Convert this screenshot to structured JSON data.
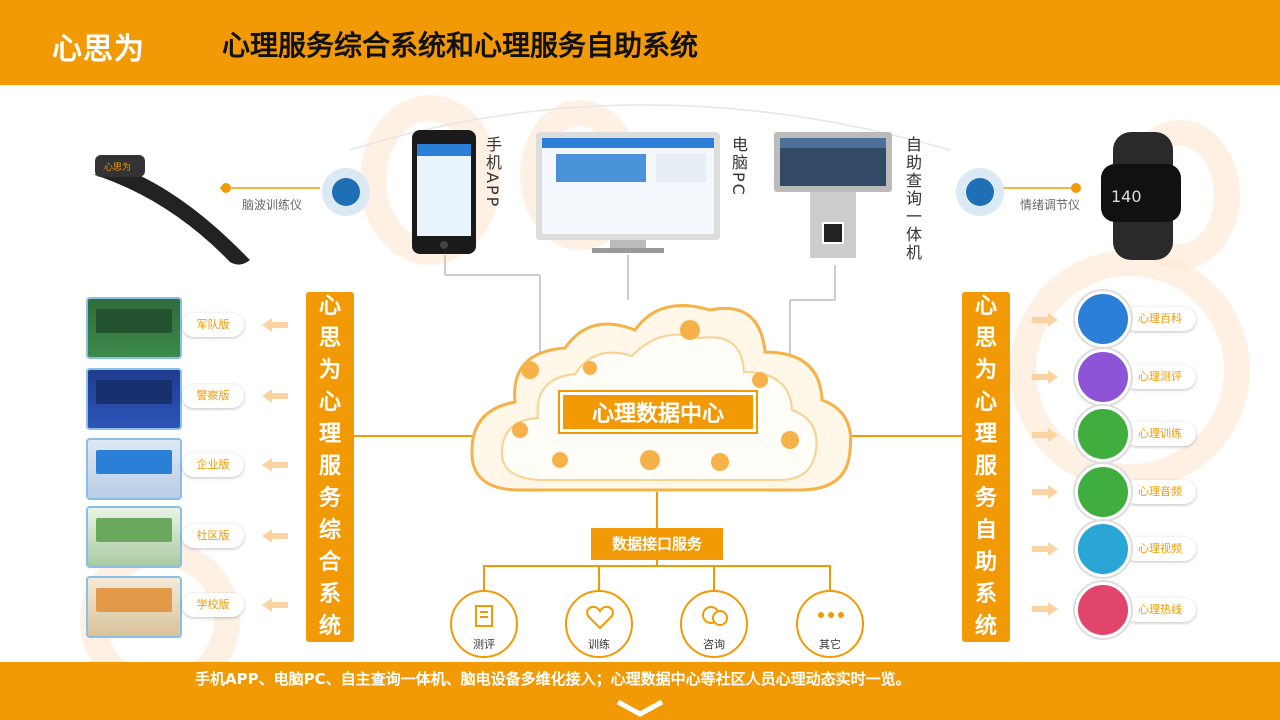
{
  "header": {
    "logo": "心思为",
    "title": "心理服务综合系统和心理服务自助系统"
  },
  "devices": {
    "brain": "脑波训练仪",
    "mobile": "手机APP",
    "pc": "电脑PC",
    "kiosk": "自助查询一体机",
    "band": "情绪调节仪"
  },
  "left_panel": {
    "title": "心思为心理服务综合系统"
  },
  "right_panel": {
    "title": "心思为心理服务自助系统"
  },
  "kits": [
    {
      "label": "军队版"
    },
    {
      "label": "警察版"
    },
    {
      "label": "企业版"
    },
    {
      "label": "社区版"
    },
    {
      "label": "学校版"
    }
  ],
  "cloud": {
    "label": "心理数据中心"
  },
  "interface": {
    "label": "数据接口服务"
  },
  "services": [
    {
      "label": "测评"
    },
    {
      "label": "训练"
    },
    {
      "label": "咨询"
    },
    {
      "label": "其它"
    }
  ],
  "right_items": [
    {
      "label": "心理百科",
      "color": "#2b7fd6"
    },
    {
      "label": "心理测评",
      "color": "#8e54d8"
    },
    {
      "label": "心理训练",
      "color": "#3fae3f"
    },
    {
      "label": "心理音频",
      "color": "#3fae3f"
    },
    {
      "label": "心理视频",
      "color": "#2aa6d6"
    },
    {
      "label": "心理热线",
      "color": "#e2456c"
    }
  ],
  "footer": {
    "text": "手机APP、电脑PC、自主查询一体机、脑电设备多维化接入；心理数据中心等社区人员心理动态实时一览。"
  },
  "colors": {
    "accent": "#f29a05",
    "watermark": "#fde6cd"
  }
}
